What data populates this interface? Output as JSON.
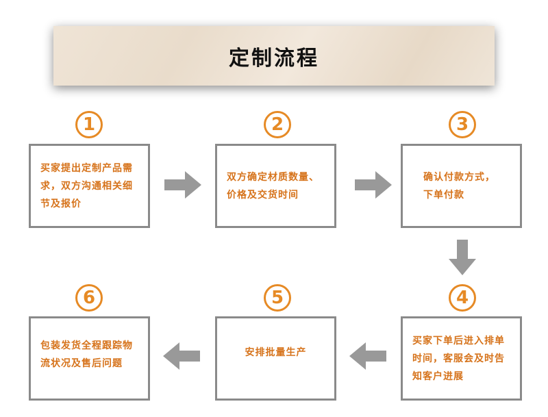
{
  "title": "定制流程",
  "steps": [
    {
      "num": "1",
      "text": "买家提出定制产品需求，双方沟通相关细节及报价"
    },
    {
      "num": "2",
      "text": "双方确定材质数量、价格及交货时间"
    },
    {
      "num": "3",
      "text": "确认付款方式，下单付款"
    },
    {
      "num": "4",
      "text": "买家下单后进入排单时间，客服会及时告知客户进展"
    },
    {
      "num": "5",
      "text": "安排批量生产"
    },
    {
      "num": "6",
      "text": "包装发货全程跟踪物流状况及售后问题"
    }
  ],
  "colors": {
    "accent": "#e68a25",
    "text": "#d6731b",
    "border": "#8a8a8a",
    "arrow": "#999999"
  }
}
